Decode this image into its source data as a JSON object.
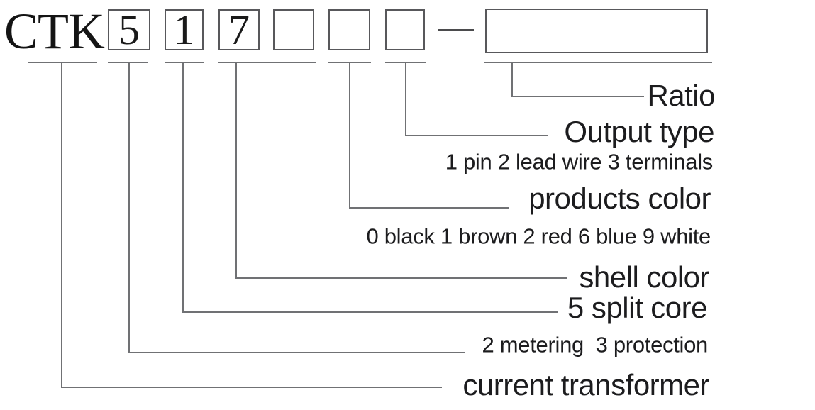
{
  "colors": {
    "line": "#707174",
    "text": "#1c1c1e",
    "box_border": "#58585b",
    "background": "#ffffff"
  },
  "model": {
    "prefix": "CTK",
    "digits": [
      "5",
      "1",
      "7"
    ],
    "empty_positions": 3,
    "separator": "dash"
  },
  "labels": {
    "ratio": "Ratio",
    "output_type": "Output type",
    "output_type_values": "1 pin 2 lead wire 3 terminals",
    "products_color": "products color",
    "products_color_values": "0 black 1 brown 2 red 6 blue 9 white",
    "shell_color": "shell color",
    "split_core": "5 split core",
    "usage_values": "2 metering  3 protection",
    "product_type": "current transformer"
  }
}
